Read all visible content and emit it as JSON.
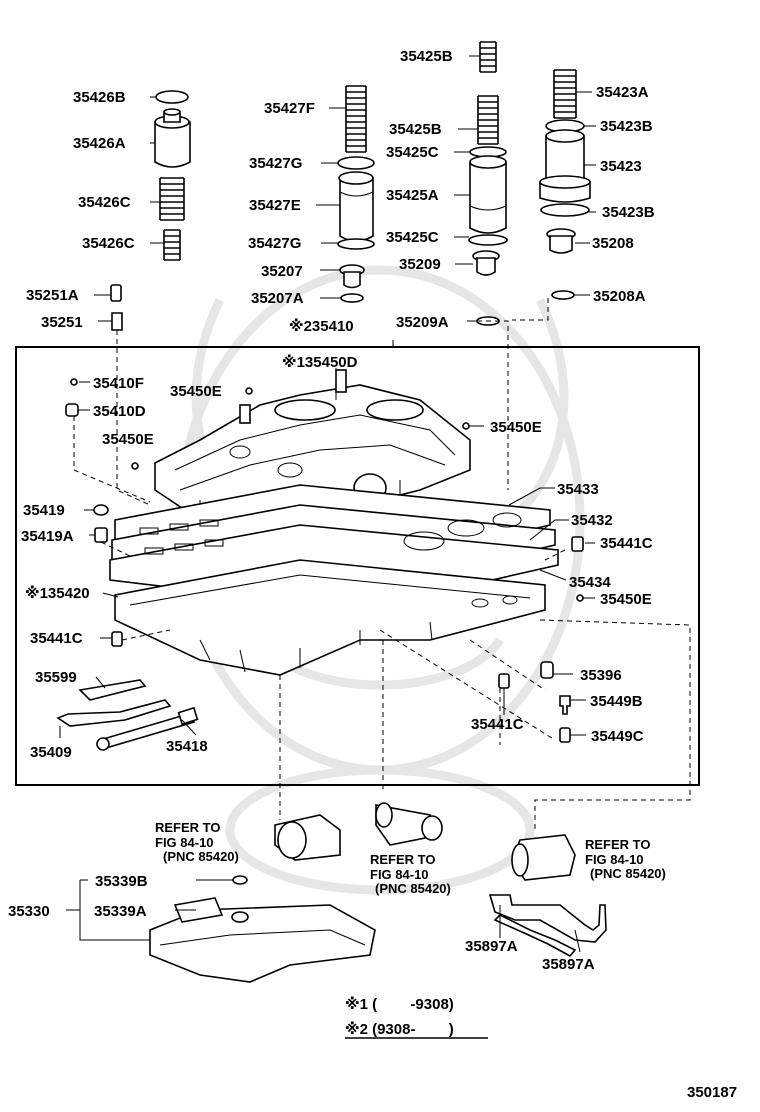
{
  "diagram_id": "350187",
  "callouts": {
    "c35426B": "35426B",
    "c35426A": "35426A",
    "c35426C_a": "35426C",
    "c35426C_b": "35426C",
    "c35427F": "35427F",
    "c35427G_a": "35427G",
    "c35427E": "35427E",
    "c35427G_b": "35427G",
    "c35425B_top": "35425B",
    "c35425B": "35425B",
    "c35425C_a": "35425C",
    "c35425A": "35425A",
    "c35425C_b": "35425C",
    "c35423A": "35423A",
    "c35423B_a": "35423B",
    "c35423": "35423",
    "c35423B_b": "35423B",
    "c35208": "35208",
    "c35207": "35207",
    "c35209": "35209",
    "c35207A": "35207A",
    "c35208A": "35208A",
    "c35251A": "35251A",
    "c35251": "35251",
    "c235410": "※235410",
    "c35209A": "35209A",
    "c135450D": "※135450D",
    "c35410F": "35410F",
    "c35450E_a": "35450E",
    "c35410D": "35410D",
    "c35450E_b": "35450E",
    "c35450E_c": "35450E",
    "c35433": "35433",
    "c35419": "35419",
    "c35432": "35432",
    "c35419A": "35419A",
    "c35441C_a": "35441C",
    "c35434": "35434",
    "c135420": "※135420",
    "c35450E_d": "35450E",
    "c35441C_b": "35441C",
    "c35599": "35599",
    "c35396": "35396",
    "c35449B": "35449B",
    "c35441C_c": "35441C",
    "c35409": "35409",
    "c35418": "35418",
    "c35449C": "35449C",
    "c35339B": "35339B",
    "c35330": "35330",
    "c35339A": "35339A",
    "c35897A_a": "35897A",
    "c35897A_b": "35897A"
  },
  "refer_notes": [
    {
      "line1": "REFER TO",
      "line2": "FIG 84-10",
      "line3": "(PNC 85420)"
    },
    {
      "line1": "REFER TO",
      "line2": "FIG 84-10",
      "line3": "(PNC 85420)"
    },
    {
      "line1": "REFER TO",
      "line2": "FIG 84-10",
      "line3": "(PNC 85420)"
    }
  ],
  "legend": {
    "note1": "※1 (        -9308)",
    "note2": "※2 (9308-        )"
  }
}
